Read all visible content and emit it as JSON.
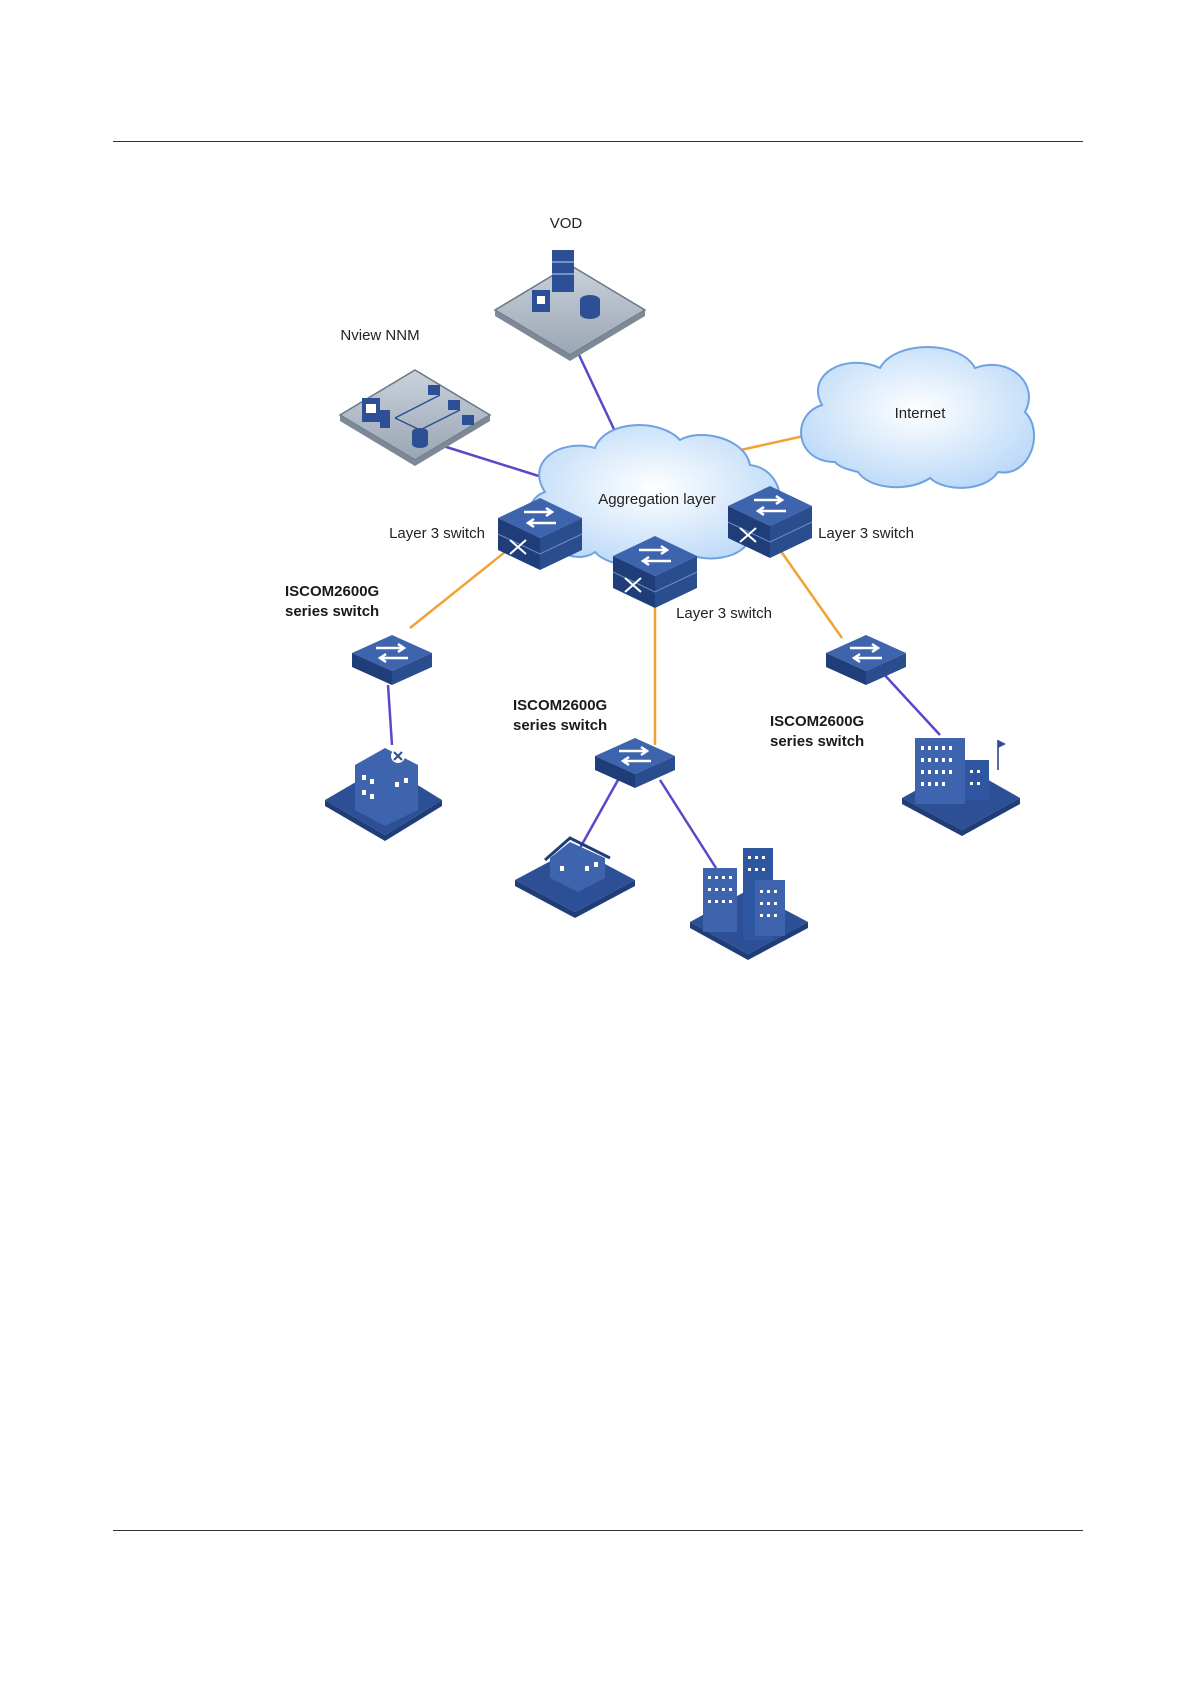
{
  "colors": {
    "uplink": "#f0a232",
    "downlink": "#5a48c8",
    "device": "#2c4f95",
    "cloud": "#d2e6fb"
  },
  "labels": {
    "vod": "VOD",
    "nview": "Nview NNM",
    "internet": "Internet",
    "aggregation": "Aggregation layer",
    "l3_left": "Layer 3 switch",
    "l3_right": "Layer 3 switch",
    "l3_center": "Layer 3 switch",
    "iscom_left_1": "ISCOM2600G",
    "iscom_left_2": "series switch",
    "iscom_mid_1": "ISCOM2600G",
    "iscom_mid_2": "series switch",
    "iscom_right_1": "ISCOM2600G",
    "iscom_right_2": "series switch"
  }
}
